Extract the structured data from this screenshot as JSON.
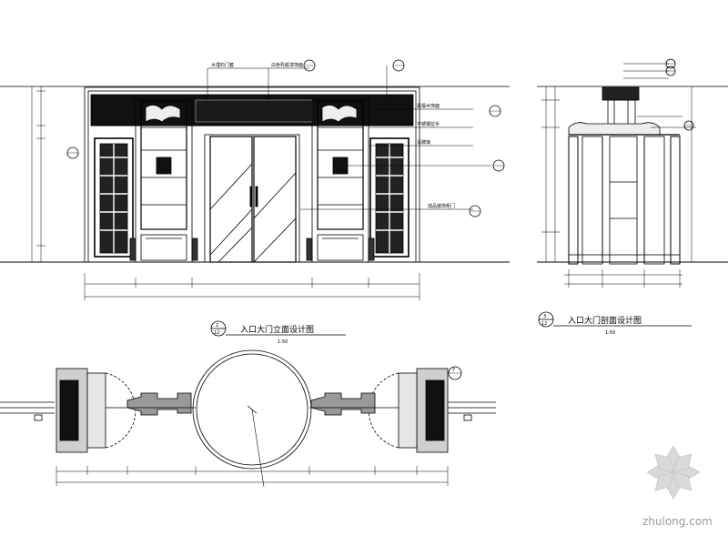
{
  "drawing": {
    "elevation_title": "入口大门立面设计图",
    "elevation_scale": "1:50",
    "elevation_index_top": "2",
    "elevation_index_bottom": "12",
    "section_title": "入口大门剖面设计图",
    "section_scale": "1:50",
    "section_index_top": "3",
    "section_index_bottom": "12",
    "callouts": [
      "大理石门套",
      "白色乳胶漆饰面",
      "黑檀木饰面",
      "不锈钢拉手",
      "清玻璃",
      "成品装饰柜门"
    ],
    "plan_marker": "7"
  },
  "watermark": {
    "text": "zhulong.com"
  }
}
